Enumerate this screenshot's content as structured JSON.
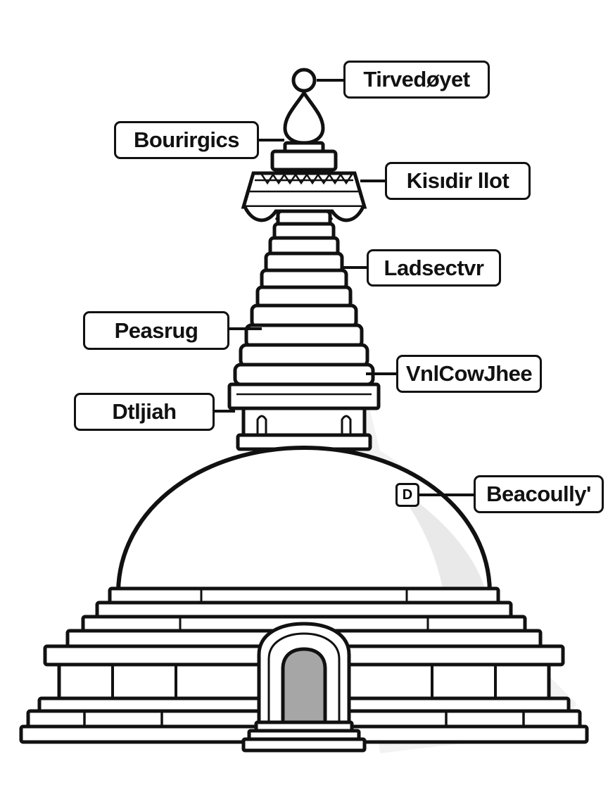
{
  "labels": {
    "top_right": "Tirvedøyet",
    "upper_left": "Bourirgics",
    "crown_right": "Kisıdir llot",
    "rings_right": "Ladsectvr",
    "rings_left": "Peasrug",
    "collar_right": "VnlCowJhee",
    "harmika_left": "Dtljiah",
    "dome_right": "Beacoully'",
    "dome_marker": "D"
  },
  "colors": {
    "ink": "#111111",
    "shade": "#e6e6e6",
    "door": "#a6a6a6",
    "paper": "#ffffff"
  }
}
